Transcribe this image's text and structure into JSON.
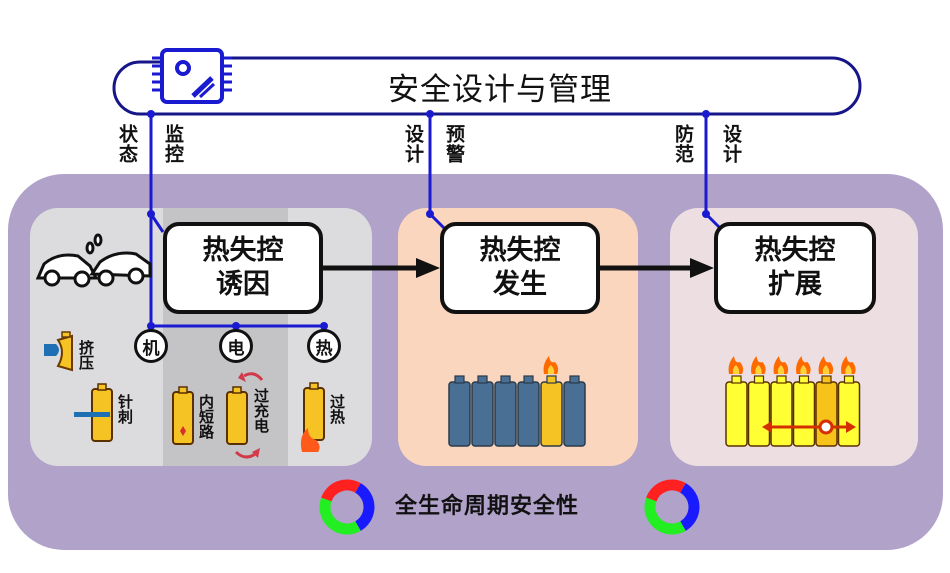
{
  "title": "安全设计与管理",
  "connector_labels": {
    "state": "状态",
    "monitor": "监控",
    "design_1": "设计",
    "warning": "预警",
    "prevent": "防范",
    "design_2": "设计"
  },
  "stages": [
    {
      "line1": "热失控",
      "line2": "诱因"
    },
    {
      "line1": "热失控",
      "line2": "发生"
    },
    {
      "line1": "热失控",
      "line2": "扩展"
    }
  ],
  "cause_categories": [
    {
      "label": "机"
    },
    {
      "label": "电"
    },
    {
      "label": "热"
    }
  ],
  "cause_items": [
    {
      "label": "挤压"
    },
    {
      "label": "针刺"
    },
    {
      "label": "内短路"
    },
    {
      "label": "过充电"
    },
    {
      "label": "过热"
    }
  ],
  "footer": "全生命周期安全性",
  "colors": {
    "outer_bg": "#b1a2c9",
    "wire_blue": "#1a1ad0",
    "cell_yellow": "#f6c324",
    "cell_blue": "#4a6f94",
    "spread_yellow": "#ffff33"
  }
}
